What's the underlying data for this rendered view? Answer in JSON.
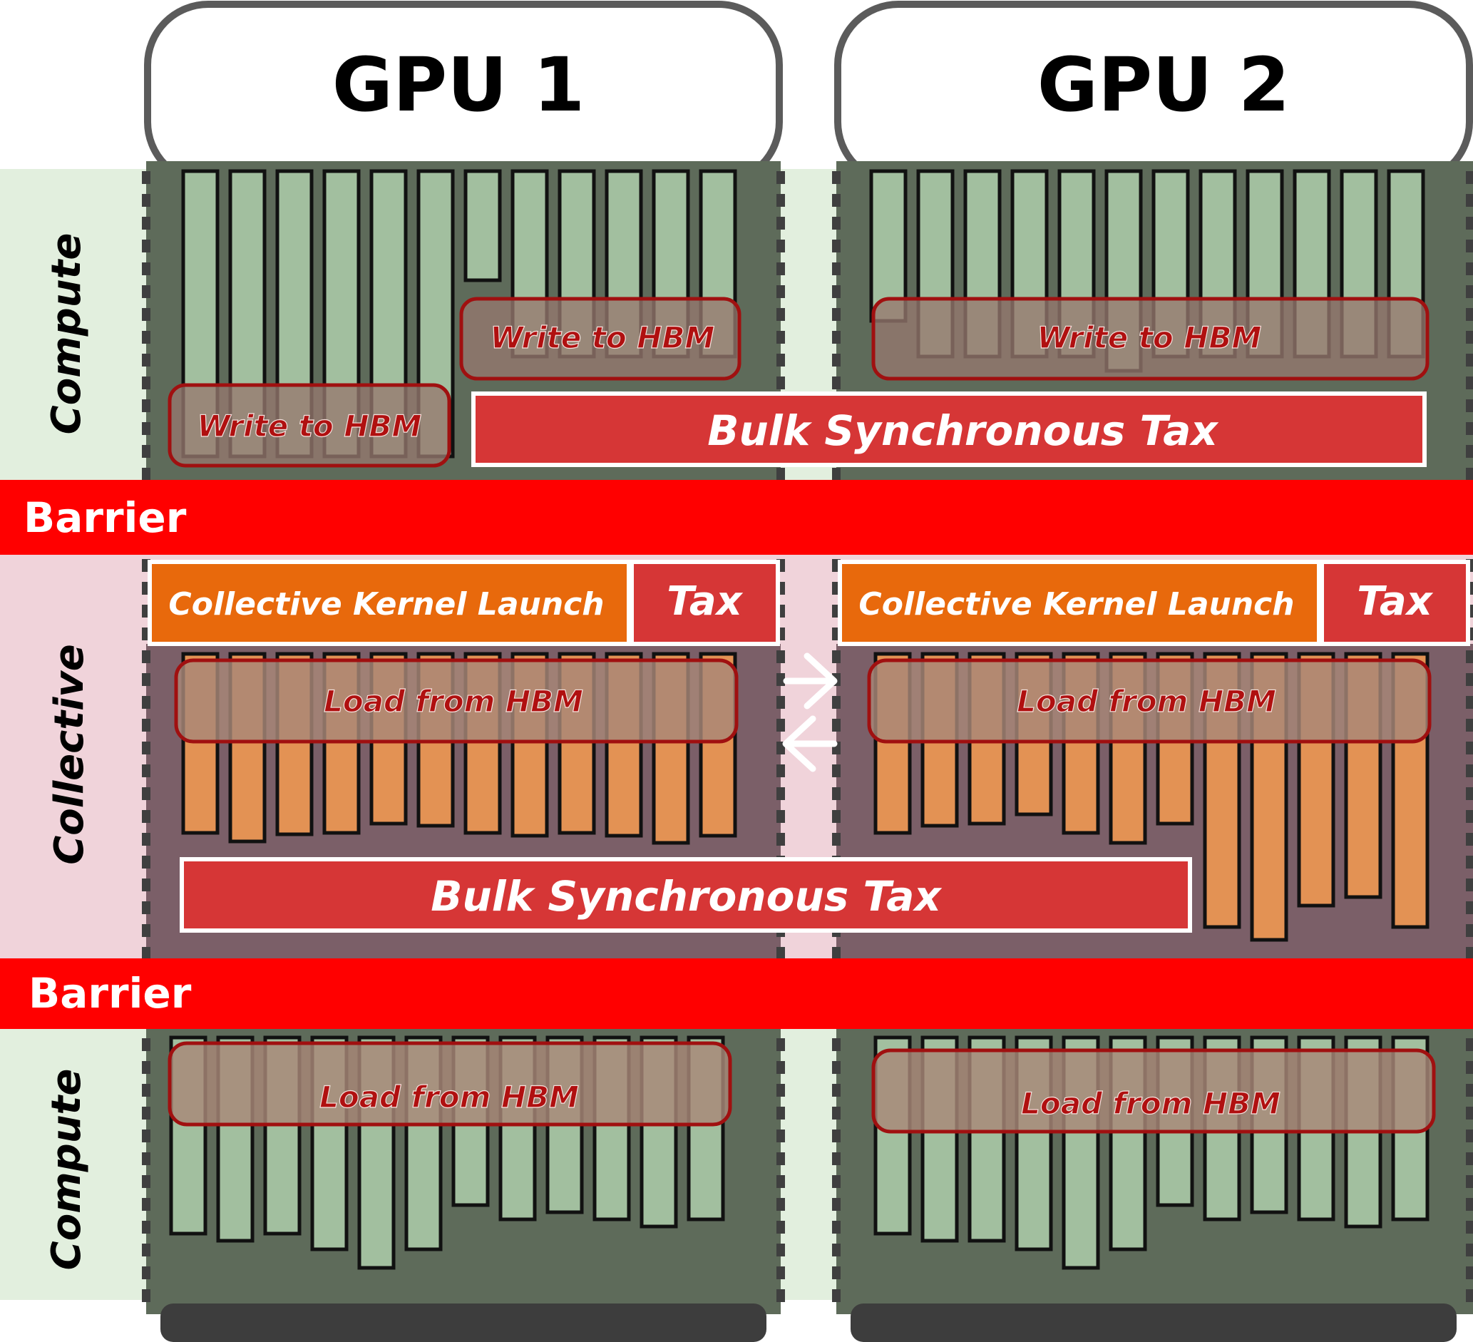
{
  "gpus": [
    {
      "title": "GPU 1"
    },
    {
      "title": "GPU 2"
    }
  ],
  "phases": [
    {
      "label": "Compute"
    },
    {
      "label": "Collective"
    },
    {
      "label": "Compute"
    }
  ],
  "barriers": [
    {
      "label": "Barrier"
    },
    {
      "label": "Barrier"
    }
  ],
  "labels": {
    "write_to_hbm": "Write to HBM",
    "load_from_hbm": "Load from HBM",
    "bulk_sync_tax": "Bulk Synchronous Tax",
    "collective_kernel_launch": "Collective Kernel Launch",
    "tax": "Tax"
  },
  "colors": {
    "compute_band": "#e2efde",
    "collective_band": "#f0d3da",
    "compute_panel": "#5e6b5a",
    "collective_panel": "#7b5f68",
    "compute_bar": "#a2bf9f",
    "collective_bar": "#e39254",
    "barrier": "#ff0000",
    "tax_red": "#d63636",
    "launch_orange": "#e8690c",
    "hbm_text": "#b01010"
  }
}
